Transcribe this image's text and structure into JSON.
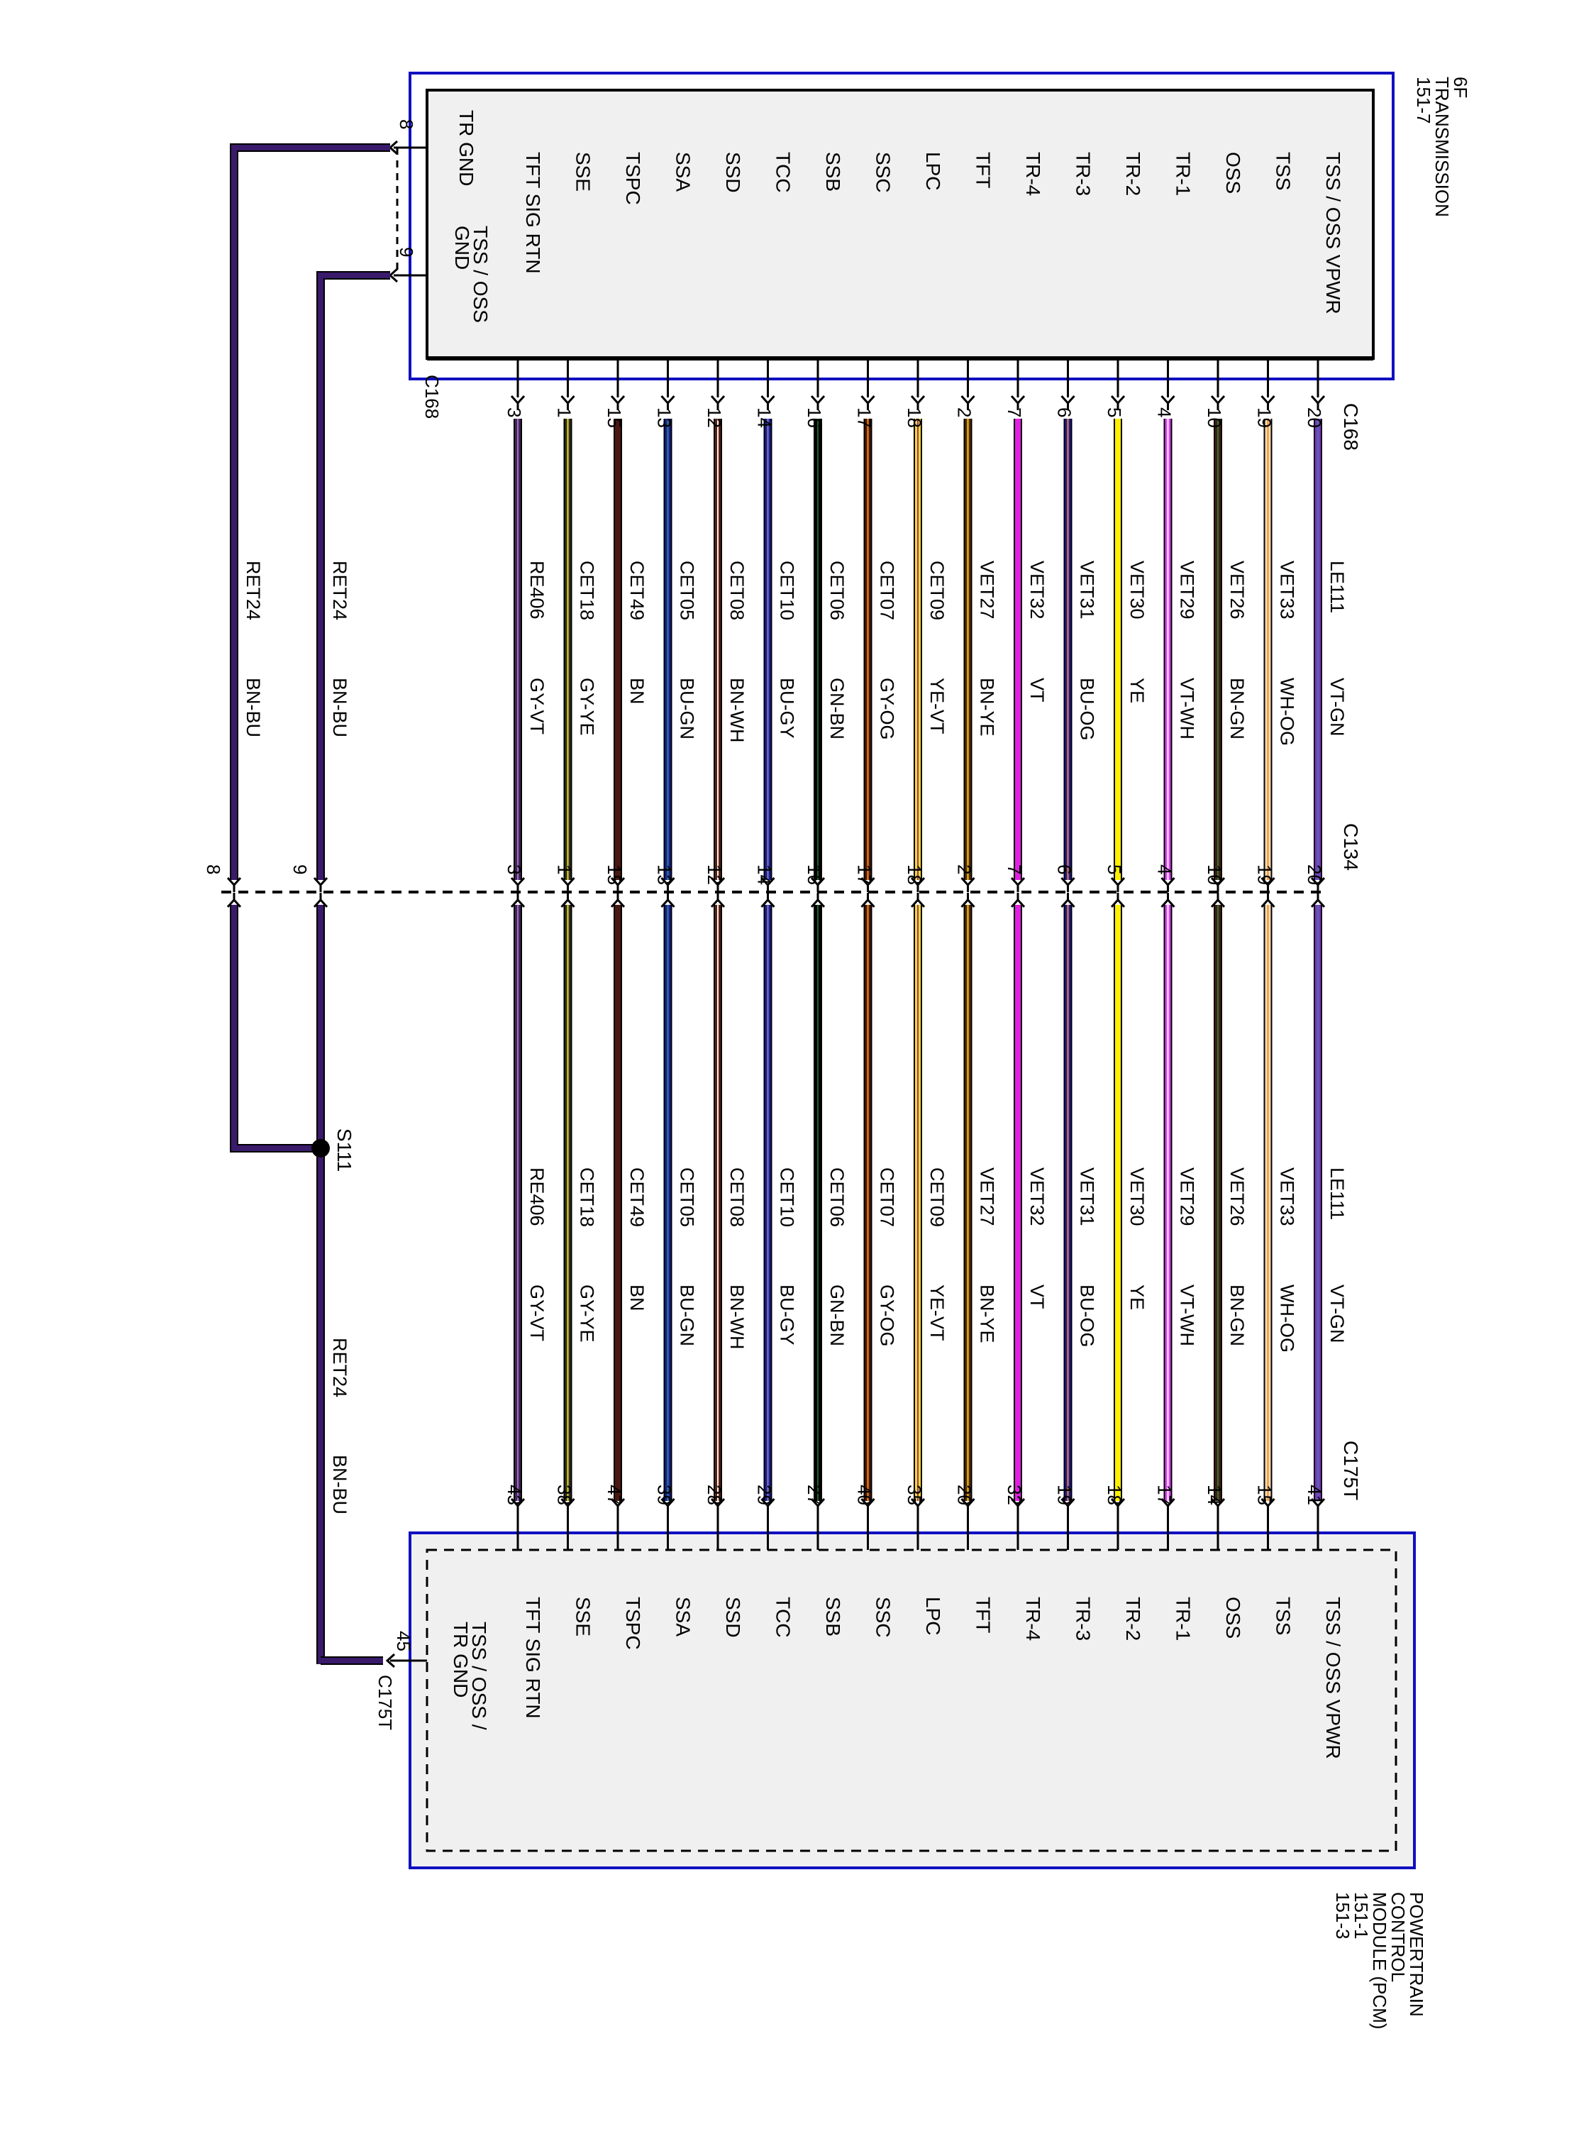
{
  "transmission": {
    "title_lines": [
      "6F",
      "TRANSMISSION",
      "151-7"
    ],
    "connector": "C168",
    "gnd_pins": {
      "tr_gnd": "8",
      "tss_oss_gnd": "9"
    },
    "gnd_labels": {
      "tr_gnd": "TR GND",
      "tss_oss_gnd_1": "TSS / OSS",
      "tss_oss_gnd_2": "GND"
    }
  },
  "pcm": {
    "title_lines": [
      "POWERTRAIN",
      "CONTROL",
      "MODULE (PCM)",
      "151-1",
      "151-3"
    ],
    "connector": "C175T",
    "gnd_pin": "45",
    "gnd_label_1": "TSS / OSS /",
    "gnd_label_2": "TR GND"
  },
  "inline_connector": "C134",
  "splice": "S111",
  "ground": {
    "circuit": "RET24",
    "color_code": "BN-BU",
    "c134_pins": {
      "tr_gnd": "8",
      "tss_oss_gnd": "9"
    }
  },
  "wires": [
    {
      "signal": "TSS / OSS VPWR",
      "circuit": "LE111",
      "color_code": "VT-GN",
      "c168": "20",
      "c134": "20",
      "c175t": "41",
      "stroke": "#8a2be2",
      "stripe": "#2e8b57"
    },
    {
      "signal": "TSS",
      "circuit": "VET33",
      "color_code": "WH-OG",
      "c168": "19",
      "c134": "19",
      "c175t": "15",
      "stroke": "#f2dcc4",
      "stripe": "#ff8c00"
    },
    {
      "signal": "OSS",
      "circuit": "VET26",
      "color_code": "BN-GN",
      "c168": "10",
      "c134": "10",
      "c175t": "14",
      "stroke": "#4a1c10",
      "stripe": "#1f7a3a"
    },
    {
      "signal": "TR-1",
      "circuit": "VET29",
      "color_code": "VT-WH",
      "c168": "4",
      "c134": "4",
      "c175t": "17",
      "stroke": "#e040fb",
      "stripe": "#ffffff"
    },
    {
      "signal": "TR-2",
      "circuit": "VET30",
      "color_code": "YE",
      "c168": "5",
      "c134": "5",
      "c175t": "18",
      "stroke": "#ffee00",
      "stripe": "#ffee00"
    },
    {
      "signal": "TR-3",
      "circuit": "VET31",
      "color_code": "BU-OG",
      "c168": "6",
      "c134": "6",
      "c175t": "19",
      "stroke": "#1a1aa8",
      "stripe": "#ff8c00"
    },
    {
      "signal": "TR-4",
      "circuit": "VET32",
      "color_code": "VT",
      "c168": "7",
      "c134": "7",
      "c175t": "32",
      "stroke": "#e020e0",
      "stripe": "#e020e0"
    },
    {
      "signal": "TFT",
      "circuit": "VET27",
      "color_code": "BN-YE",
      "c168": "2",
      "c134": "2",
      "c175t": "20",
      "stroke": "#5a2a10",
      "stripe": "#f0d000"
    },
    {
      "signal": "LPC",
      "circuit": "CET09",
      "color_code": "YE-VT",
      "c168": "18",
      "c134": "18",
      "c175t": "35",
      "stroke": "#ffe000",
      "stripe": "#8a2be2"
    },
    {
      "signal": "SSC",
      "circuit": "CET07",
      "color_code": "GY-OG",
      "c168": "17",
      "c134": "17",
      "c175t": "40",
      "stroke": "#4a1810",
      "stripe": "#ff8c00"
    },
    {
      "signal": "SSB",
      "circuit": "CET06",
      "color_code": "GN-BN",
      "c168": "16",
      "c134": "16",
      "c175t": "27",
      "stroke": "#000000",
      "stripe": "#1f5f2a"
    },
    {
      "signal": "TCC",
      "circuit": "CET10",
      "color_code": "BU-GY",
      "c168": "14",
      "c134": "14",
      "c175t": "29",
      "stroke": "#1a1aa8",
      "stripe": "#888888"
    },
    {
      "signal": "SSD",
      "circuit": "CET08",
      "color_code": "BN-WH",
      "c168": "12",
      "c134": "12",
      "c175t": "28",
      "stroke": "#5a2010",
      "stripe": "#f4f4f4"
    },
    {
      "signal": "SSA",
      "circuit": "CET05",
      "color_code": "BU-GN",
      "c168": "13",
      "c134": "13",
      "c175t": "39",
      "stroke": "#1a1aa8",
      "stripe": "#2e8b57"
    },
    {
      "signal": "TSPC",
      "circuit": "CET49",
      "color_code": "BN",
      "c168": "15",
      "c134": "15",
      "c175t": "47",
      "stroke": "#4a1810",
      "stripe": "#4a1810"
    },
    {
      "signal": "SSE",
      "circuit": "CET18",
      "color_code": "GY-YE",
      "c168": "1",
      "c134": "1",
      "c175t": "38",
      "stroke": "#303030",
      "stripe": "#f0e000"
    },
    {
      "signal": "TFT SIG RTN",
      "circuit": "RE406",
      "color_code": "GY-VT",
      "c168": "3",
      "c134": "3",
      "c175t": "43",
      "stroke": "#3a2a4a",
      "stripe": "#b060e0"
    }
  ]
}
